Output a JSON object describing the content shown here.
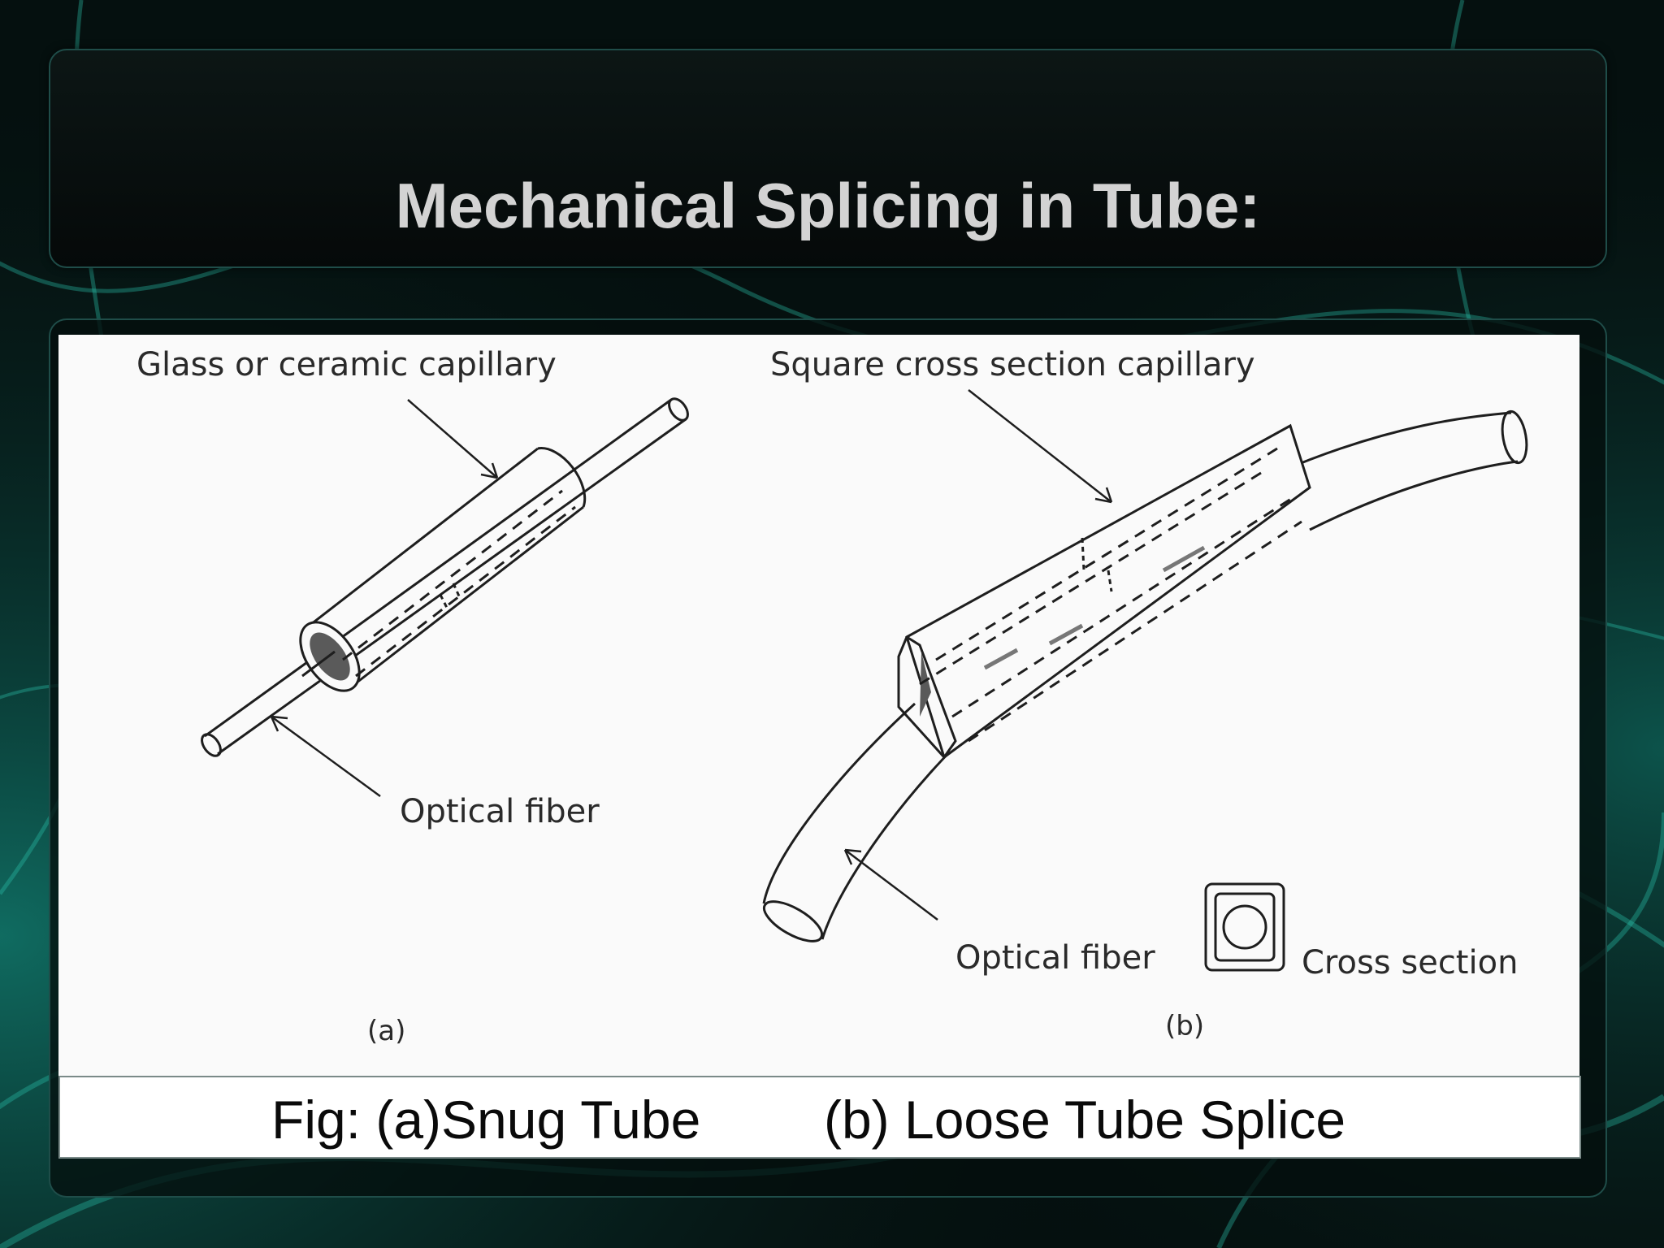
{
  "slide": {
    "title": "Mechanical Splicing in Tube:"
  },
  "figure": {
    "label_a_capillary": "Glass or ceramic capillary",
    "label_a_fiber": "Optical fiber",
    "label_b_capillary": "Square cross section capillary",
    "label_b_fiber": "Optical fiber",
    "label_b_cross_section": "Cross section",
    "sublabel_a": "(a)",
    "sublabel_b": "(b)"
  },
  "caption": {
    "part_a": "Fig: (a)Snug Tube",
    "part_b": "(b) Loose Tube Splice"
  },
  "colors": {
    "background": "#05100f",
    "accent_teal": "#1aa08f",
    "title_text": "#d3d3d3"
  }
}
